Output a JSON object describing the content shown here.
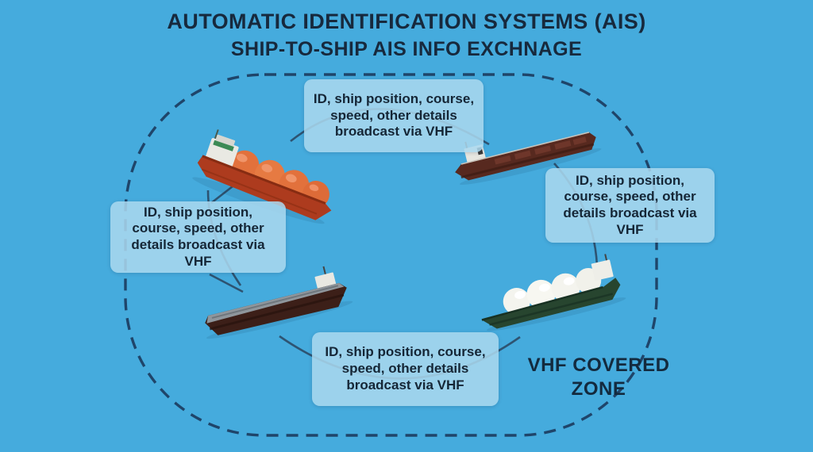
{
  "title": {
    "line1": "AUTOMATIC IDENTIFICATION SYSTEMS (AIS)",
    "line2": "SHIP-TO-SHIP AIS INFO EXCHNAGE"
  },
  "info_boxes": [
    {
      "position": "top",
      "text": "ID, ship position, course, speed, other details broadcast via VHF"
    },
    {
      "position": "left",
      "text": "ID, ship position, course, speed, other details broadcast via VHF"
    },
    {
      "position": "right",
      "text": "ID, ship position, course, speed, other details broadcast via VHF"
    },
    {
      "position": "bottom",
      "text": "ID, ship position, course, speed, other details broadcast via VHF"
    }
  ],
  "zone_label": "VHF COVERED ZONE",
  "ships": [
    {
      "name": "lng-carrier-orange",
      "position": "top-left",
      "hull_color": "#ad3b1e",
      "tank_color": "#e2743e"
    },
    {
      "name": "bulk-tanker-maroon",
      "position": "top-right",
      "hull_color": "#57291f"
    },
    {
      "name": "tanker-grey-deck",
      "position": "bottom-left",
      "hull_color": "#3c1f18",
      "deck_color": "#8f969c"
    },
    {
      "name": "lng-carrier-green",
      "position": "bottom-right",
      "hull_color": "#27452f",
      "tank_color": "#f4f4ee"
    }
  ],
  "colors": {
    "background": "#45abdd",
    "box_fill": "#abd8ef",
    "text_dark": "#152636",
    "zone_dash": "#1d3f63",
    "signal_line": "#2b4a66"
  }
}
